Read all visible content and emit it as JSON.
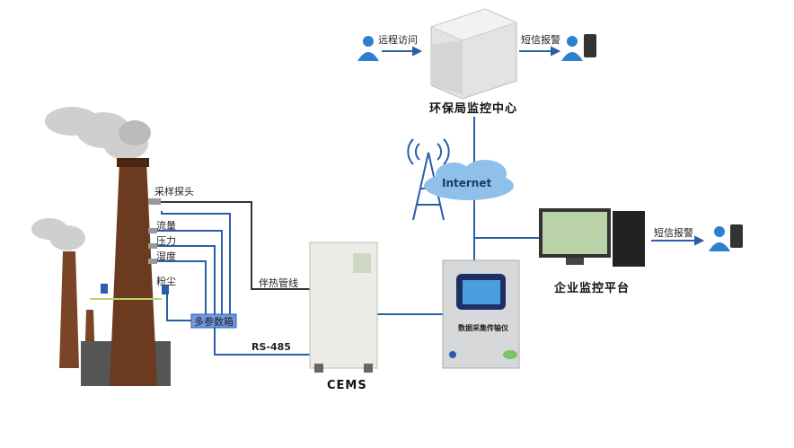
{
  "top": {
    "remote_access": "远程访问",
    "sms_alarm": "短信报警",
    "center_title": "环保局监控中心"
  },
  "network": {
    "internet": "Internet"
  },
  "enterprise": {
    "title": "企业监控平台",
    "sms_alarm": "短信报警"
  },
  "stack": {
    "probe": "采样探头",
    "flow": "流量",
    "pressure": "压力",
    "humidity": "湿度",
    "dust": "粉尘",
    "multi_box": "多参数箱"
  },
  "links": {
    "heat_line": "伴热管线",
    "rs485": "RS-485"
  },
  "cems": {
    "label": "CEMS"
  },
  "dtu": {
    "label": "数据采集传输仪"
  },
  "colors": {
    "line_blue": "#2a5ea8",
    "person_blue": "#2f7fd0",
    "chimney": "#6b3a1f",
    "box_blue": "#6f9ae0"
  }
}
